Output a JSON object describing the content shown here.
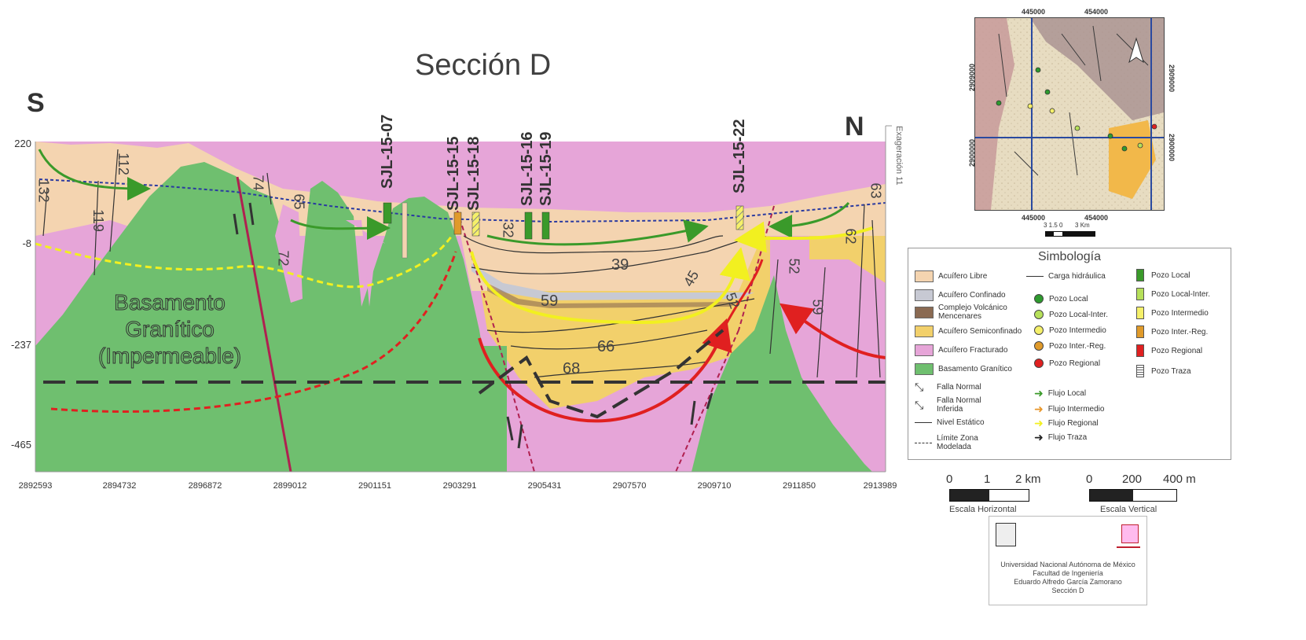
{
  "title": "Sección D",
  "direction": {
    "left": "S",
    "right": "N"
  },
  "exaggeration": "Exageración 11",
  "y_axis": {
    "ticks": [
      "220",
      "-8",
      "-237",
      "-465"
    ]
  },
  "x_axis": {
    "ticks": [
      "2892593",
      "2894732",
      "2896872",
      "2899012",
      "2901151",
      "2903291",
      "2905431",
      "2907570",
      "2909710",
      "2911850",
      "2913989"
    ]
  },
  "wells": [
    "SJL-15-07",
    "SJL-15-15",
    "SJL-15-18",
    "SJL-15-16",
    "SJL-15-19",
    "SJL-15-22"
  ],
  "basement_label": [
    "Basamento",
    "Granítico",
    "(Impermeable)"
  ],
  "contour_labels": [
    "132",
    "112",
    "119",
    "74",
    "65",
    "72",
    "32",
    "39",
    "45",
    "59",
    "66",
    "68",
    "52",
    "59",
    "52",
    "62",
    "63"
  ],
  "inset_map": {
    "top_ticks": [
      "445000",
      "454000"
    ],
    "bottom_ticks": [
      "445000",
      "454000"
    ],
    "left_ticks": [
      "2909000",
      "2900000"
    ],
    "right_ticks": [
      "2909000",
      "2900000"
    ],
    "scale": "3 1.5 0       3 Km"
  },
  "legend": {
    "title": "Simbología",
    "units": [
      {
        "label": "Acuífero Libre",
        "color": "#f4d4b0"
      },
      {
        "label": "Acuífero Confinado",
        "color": "#c7c9d3"
      },
      {
        "label": "Complejo Volcánico Mencenares",
        "color": "#8a6a52"
      },
      {
        "label": "Acuífero Semiconfinado",
        "color": "#f2d06b"
      },
      {
        "label": "Acuífero Fracturado",
        "color": "#e6a5d8"
      },
      {
        "label": "Basamento Granítico",
        "color": "#6fbf6f"
      }
    ],
    "structures": [
      "Falla Normal",
      "Falla Normal Inferida",
      "Nivel Estático",
      "Límite Zona Modelada"
    ],
    "carga": "Carga hidráulica",
    "wells_dots": [
      {
        "label": "Pozo Local",
        "color": "#2e9a2e"
      },
      {
        "label": "Pozo Local-Inter.",
        "color": "#b6e05a"
      },
      {
        "label": "Pozo Intermedio",
        "color": "#f5f06a"
      },
      {
        "label": "Pozo Inter.-Reg.",
        "color": "#e09a2a"
      },
      {
        "label": "Pozo Regional",
        "color": "#e02020"
      }
    ],
    "flows": [
      {
        "label": "Flujo Local",
        "color": "#3a9a2a"
      },
      {
        "label": "Flujo Intermedio",
        "color": "#e8962a"
      },
      {
        "label": "Flujo Regional",
        "color": "#f2f020"
      },
      {
        "label": "Flujo Traza",
        "color": "#222222"
      }
    ],
    "wells_bars": [
      {
        "label": "Pozo Local",
        "color": "#3a9a2a"
      },
      {
        "label": "Pozo Local-Inter.",
        "color": "#b6e05a"
      },
      {
        "label": "Pozo Intermedio",
        "color": "#f5f06a"
      },
      {
        "label": "Pozo Inter.-Reg.",
        "color": "#e09a2a"
      },
      {
        "label": "Pozo Regional",
        "color": "#e02020"
      },
      {
        "label": "Pozo Traza",
        "color": "#ffffff"
      }
    ]
  },
  "scale_h": {
    "labels": [
      "0",
      "1",
      "2 km"
    ],
    "caption": "Escala Horizontal"
  },
  "scale_v": {
    "labels": [
      "0",
      "200",
      "400 m"
    ],
    "caption": "Escala Vertical"
  },
  "institution": [
    "Universidad Nacional Autónoma de México",
    "Facultad de Ingeniería",
    "Eduardo Alfredo García Zamorano",
    "Sección D"
  ]
}
